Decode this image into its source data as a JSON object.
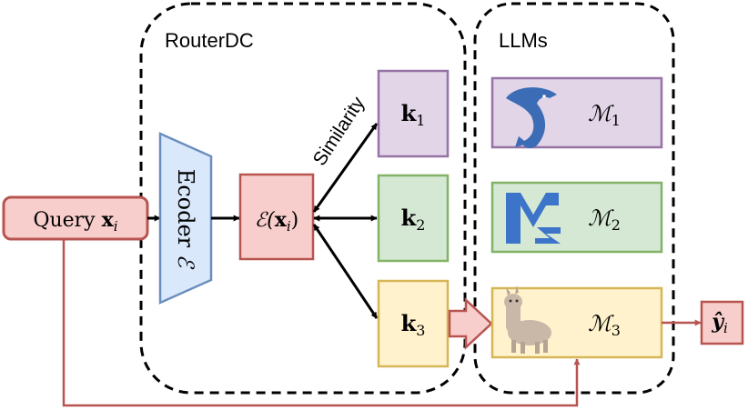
{
  "groups": {
    "router_label": "RouterDC",
    "llms_label": "LLMs"
  },
  "query": {
    "text": "Query ",
    "var": "x",
    "sub": "i"
  },
  "encoder": {
    "label": "Ecoder ",
    "symbol": "ℰ"
  },
  "embedding": {
    "func": "ℰ(",
    "var": "x",
    "sub": "i",
    "close": ")"
  },
  "similarity_label": "Similarity",
  "keys": [
    {
      "var": "k",
      "sub": "1",
      "color": "#e1d5e7",
      "border": "#9673a6"
    },
    {
      "var": "k",
      "sub": "2",
      "color": "#d5e8d4",
      "border": "#82b366"
    },
    {
      "var": "k",
      "sub": "3",
      "color": "#fff2cc",
      "border": "#d6b656"
    }
  ],
  "models": [
    {
      "var": "ℳ",
      "sub": "1",
      "icon": "dolphin-icon",
      "color": "#e1d5e7",
      "border": "#9673a6"
    },
    {
      "var": "ℳ",
      "sub": "2",
      "icon": "m2-logo-icon",
      "color": "#d5e8d4",
      "border": "#82b366"
    },
    {
      "var": "ℳ",
      "sub": "3",
      "icon": "llama-icon",
      "color": "#fff2cc",
      "border": "#d6b656"
    }
  ],
  "output": {
    "var": "ŷ",
    "sub": "i"
  },
  "colors": {
    "query_fill": "#f8cecc",
    "query_border": "#b85450",
    "encoder_fill": "#dae8fc",
    "encoder_border": "#6c8ebf"
  }
}
